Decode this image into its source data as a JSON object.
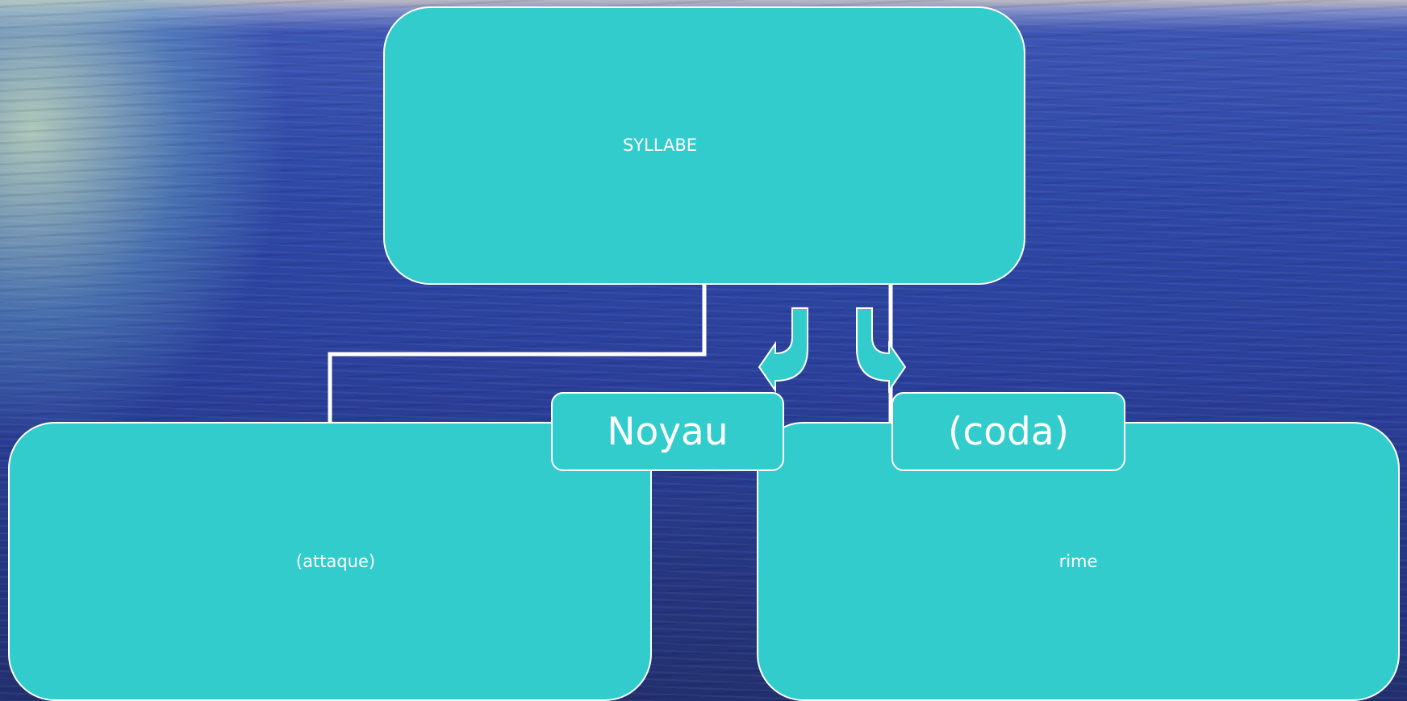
{
  "diagram": {
    "root": {
      "label": "SYLLABE"
    },
    "children": [
      {
        "id": "attaque",
        "label": "(attaque)"
      },
      {
        "id": "rime",
        "label": "rime"
      }
    ],
    "rime_parts": [
      {
        "id": "noyau",
        "label": "Noyau"
      },
      {
        "id": "coda",
        "label": "(coda)"
      }
    ]
  },
  "colors": {
    "box_fill": "#33cccc",
    "box_border": "#ffffff",
    "connector": "#ffffff",
    "arrow_fill": "#33cccc"
  }
}
